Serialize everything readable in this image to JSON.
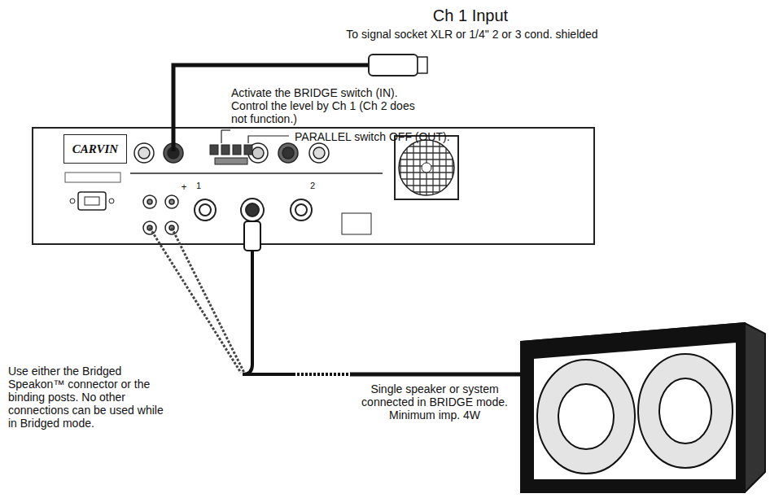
{
  "diagram": {
    "title": "Ch 1 Input",
    "nodes": [
      {
        "text": [
          "CARVIN"
        ]
      }
    ],
    "labels": [
      "To signal socket XLR or 1/4\" 2 or 3 cond. shielded",
      "Activate the BRIDGE switch (IN). Control the level by Ch 1 (Ch 2 does not function.)",
      "PARALLEL switch OFF (OUT).",
      "Use either the Bridged Speakon™ connector or the binding posts. No other connections can be used while in Bridged mode.",
      "Single speaker or system connected in BRIDGE mode. Minimum imp. 4W",
      "1",
      "2",
      "+"
    ]
  }
}
